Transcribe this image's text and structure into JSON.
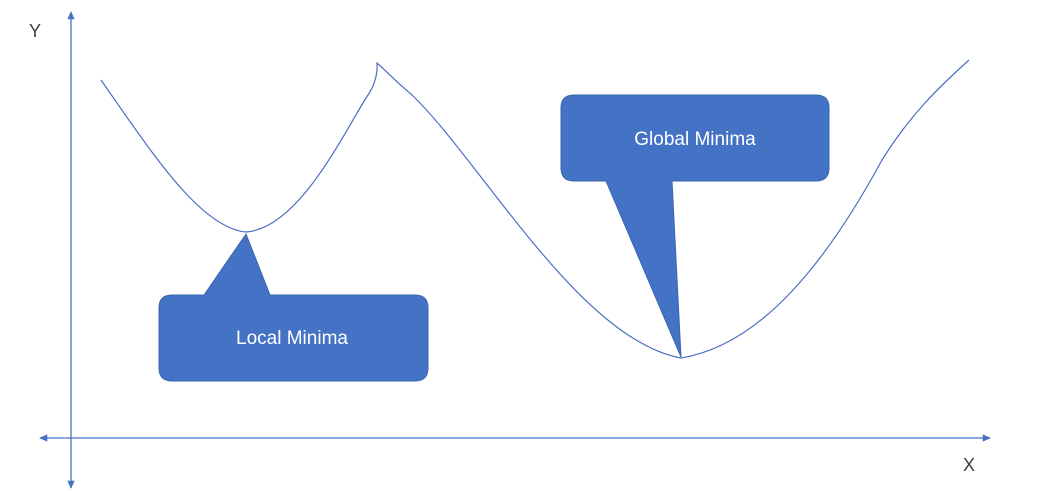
{
  "axes": {
    "x_label": "X",
    "y_label": "Y"
  },
  "callouts": {
    "local": {
      "label": "Local Minima"
    },
    "global": {
      "label": "Global Minima"
    }
  },
  "colors": {
    "axis": "#4472c4",
    "curve": "#4a6fc0",
    "callout_fill": "#4472c4",
    "callout_text": "#ffffff",
    "axis_label": "#404040",
    "background": "#ffffff"
  }
}
